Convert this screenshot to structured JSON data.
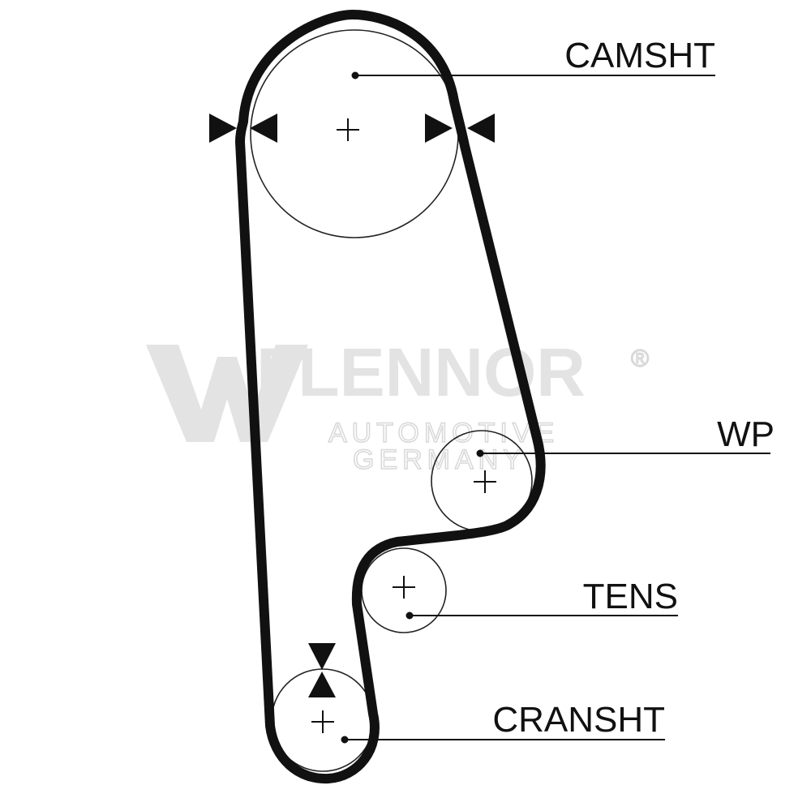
{
  "diagram": {
    "labels": {
      "camshaft": "CAMSHT",
      "water_pump": "WP",
      "tensioner": "TENS",
      "crankshaft": "CRANSHT"
    }
  },
  "watermark": {
    "brand": "FLENNOR",
    "line1": "AUTOMOTIVE",
    "line2": "GERMANY",
    "registered": "®"
  },
  "colors": {
    "belt": "#111111",
    "pulley": "#222222",
    "watermark": "#e3e3e3"
  }
}
